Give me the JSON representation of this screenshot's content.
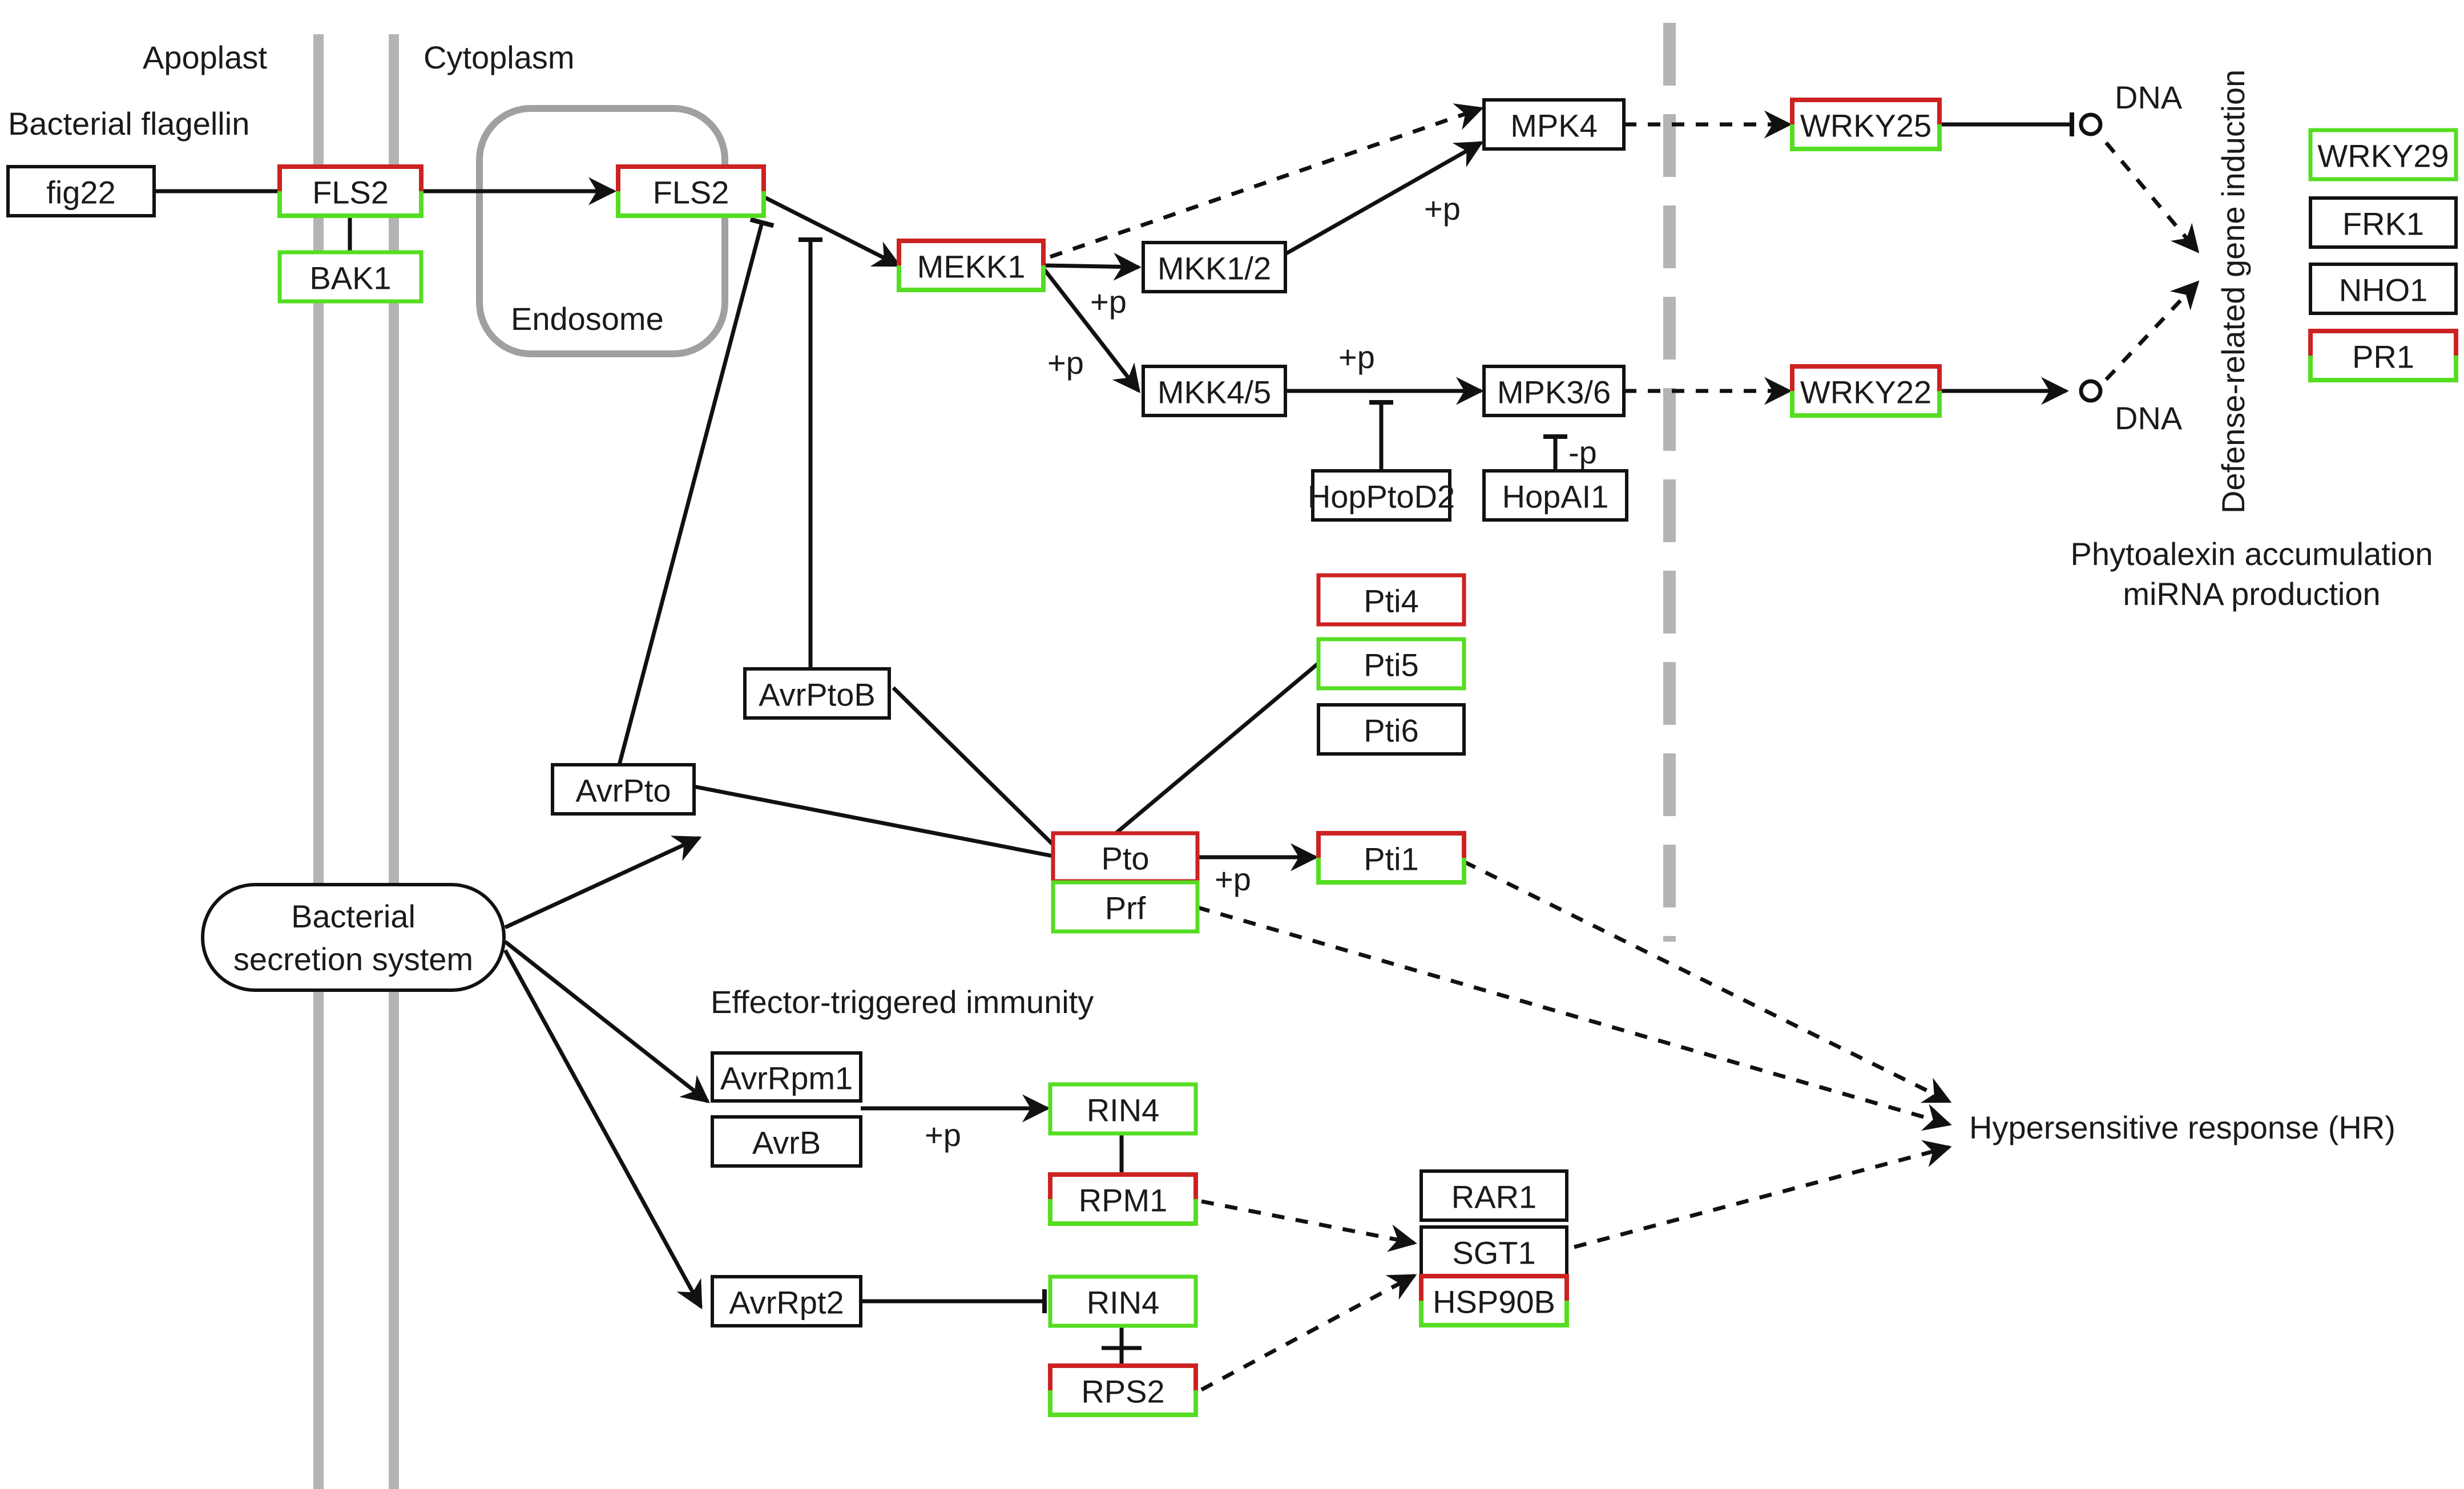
{
  "compartments": {
    "apoplast": "Apoplast",
    "cytoplasm": "Cytoplasm",
    "endosome": "Endosome"
  },
  "labels": {
    "bacterial_flagellin": "Bacterial flagellin",
    "bacterial_secretion_line1": "Bacterial",
    "bacterial_secretion_line2": "secretion system",
    "effector_triggered_immunity": "Effector-triggered immunity",
    "defense_gene_induction": "Defense-related gene induction",
    "phytoalexin_line1": "Phytoalexin accumulation",
    "phytoalexin_line2": "miRNA production",
    "hypersensitive_response": "Hypersensitive response (HR)",
    "dna_top": "DNA",
    "dna_bottom": "DNA"
  },
  "edge_labels": {
    "mkk12_to_mpk4": "+p",
    "mekk1_to_mkk12": "+p",
    "mekk1_to_mkk45": "+p",
    "mkk45_to_mpk36": "+p",
    "hopai1": "-p",
    "pto_to_pti1": "+p",
    "avrrpm1_to_rin4": "+p"
  },
  "nodes": {
    "fig22": "fig22",
    "fls2_membrane": "FLS2",
    "bak1": "BAK1",
    "fls2_endosome": "FLS2",
    "mekk1": "MEKK1",
    "mkk12": "MKK1/2",
    "mkk45": "MKK4/5",
    "mpk4": "MPK4",
    "mpk36": "MPK3/6",
    "hopptod2": "HopPtoD2",
    "hopai1": "HopAI1",
    "wrky25": "WRKY25",
    "wrky22": "WRKY22",
    "wrky29": "WRKY29",
    "frk1": "FRK1",
    "nho1": "NHO1",
    "pr1": "PR1",
    "pti4": "Pti4",
    "pti5": "Pti5",
    "pti6": "Pti6",
    "avrptob": "AvrPtoB",
    "avrpto": "AvrPto",
    "pto": "Pto",
    "prf": "Prf",
    "pti1": "Pti1",
    "avrrpm1": "AvrRpm1",
    "avrb": "AvrB",
    "avrrpt2": "AvrRpt2",
    "rin4_top": "RIN4",
    "rpm1": "RPM1",
    "rin4_bottom": "RIN4",
    "rps2": "RPS2",
    "rar1": "RAR1",
    "sgt1": "SGT1",
    "hsp90b": "HSP90B"
  },
  "colors": {
    "border_default": "#111111",
    "up_regulated": "#cc2222",
    "down_regulated": "#55dd22",
    "membrane": "#b4b4b4",
    "endosome_border": "#a0a0a0"
  }
}
